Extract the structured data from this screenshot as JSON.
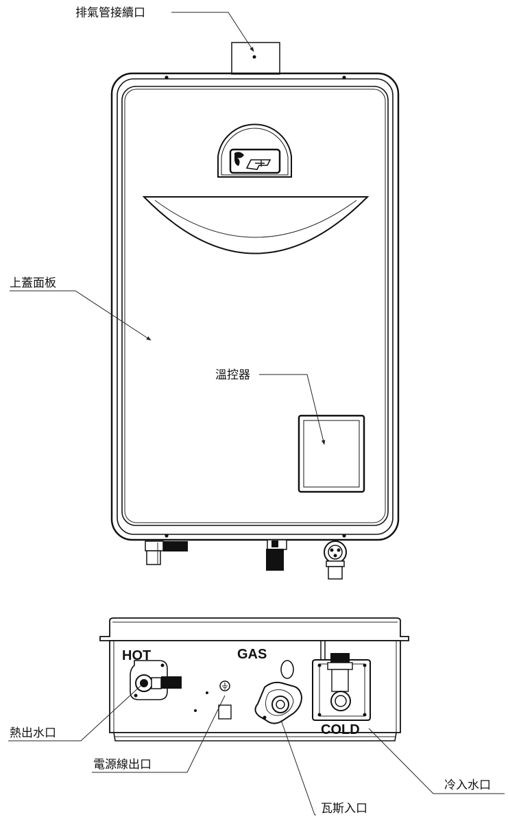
{
  "labels": {
    "exhaust": "排氣管接續口",
    "front_cover": "上蓋面板",
    "controller": "溫控器",
    "hot_outlet": "熱出水口",
    "power_outlet": "電源線出口",
    "gas_inlet": "瓦斯入口",
    "cold_inlet": "冷入水口"
  },
  "port_marks": {
    "hot": "HOT",
    "gas": "GAS",
    "cold": "COLD"
  }
}
